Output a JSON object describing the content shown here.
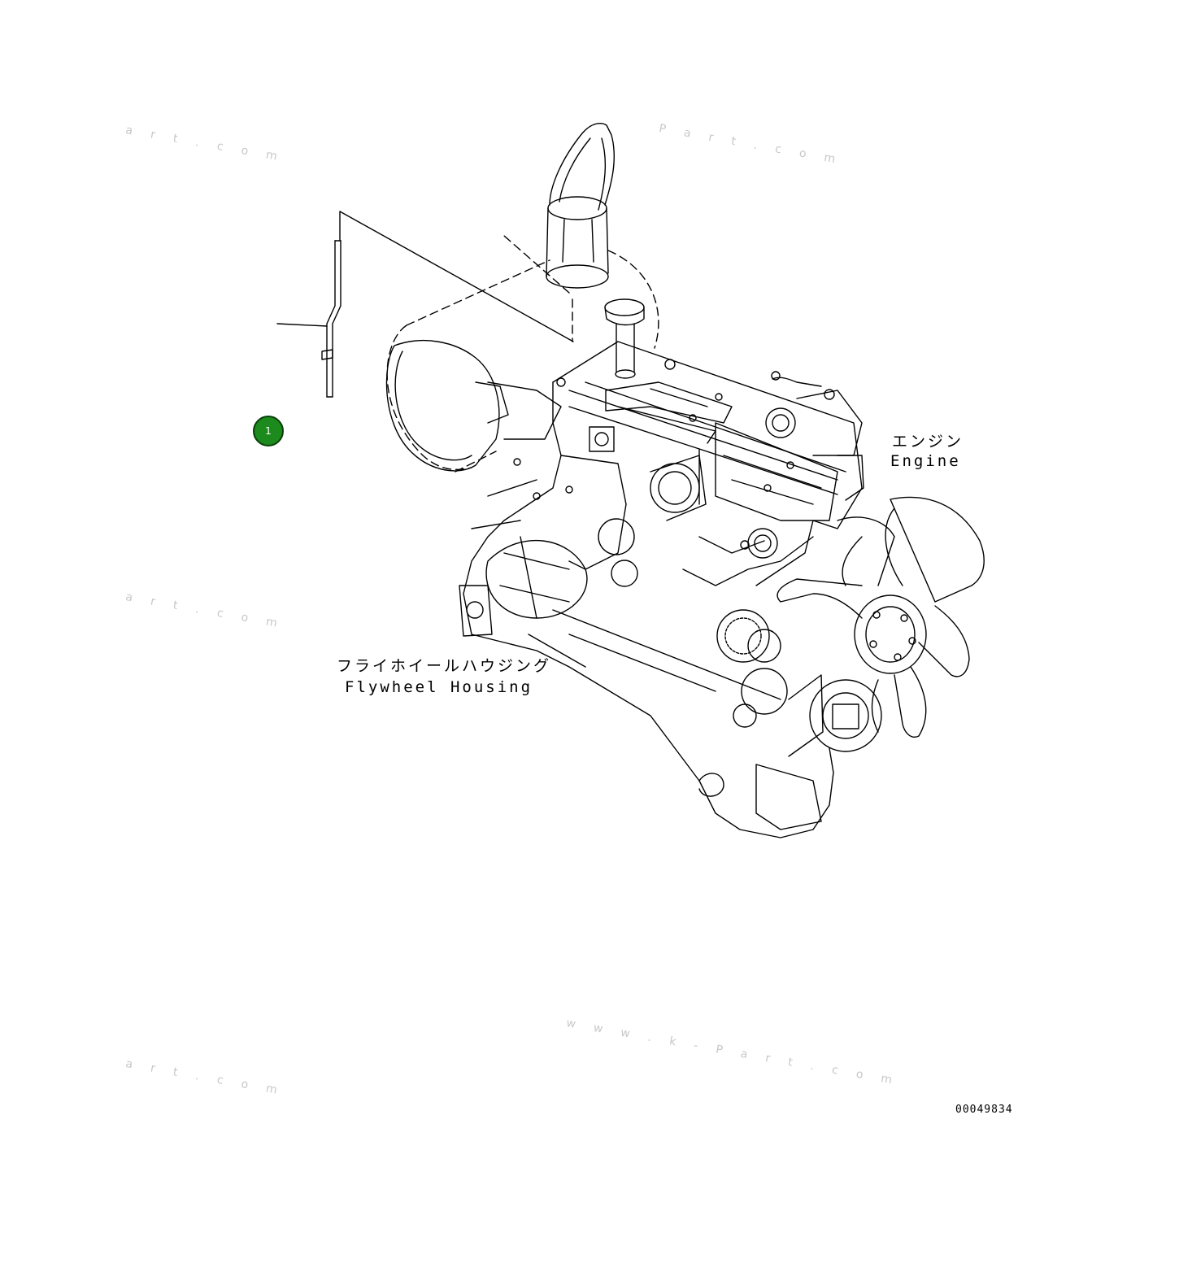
{
  "labels": {
    "engine_jp": "エンジン",
    "engine_en": "Engine",
    "flywheel_jp": "フライホイールハウジング",
    "flywheel_en": "Flywheel Housing"
  },
  "callout": {
    "number": "1",
    "color": "#1c8a1c"
  },
  "drawing_number": "00049834",
  "watermarks": [
    "a r t . c o m",
    "P a r t . c o m",
    "a r t . c o m",
    "w w w . k - P a r t . c o m",
    "a r t . c o m"
  ]
}
